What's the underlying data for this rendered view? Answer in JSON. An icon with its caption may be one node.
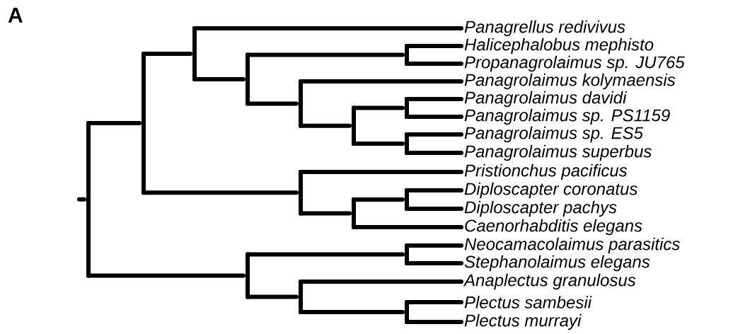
{
  "diagram": {
    "nodes": [
      {
        "text": [
          "*Panagrellus redivivus*"
        ]
      },
      {
        "text": [
          "*Halicephalobus mephisto*"
        ]
      },
      {
        "text": [
          "*Propanagrolaimus* sp. JU765"
        ]
      },
      {
        "text": [
          "*Panagrolaimus kolymaensis*"
        ]
      },
      {
        "text": [
          "*Panagrolaimus davidi*"
        ]
      },
      {
        "text": [
          "*Panagrolaimus* sp. PS1159"
        ]
      },
      {
        "text": [
          "*Panagrolaimus* sp. ES5"
        ]
      },
      {
        "text": [
          "*Panagrolaimus superbus*"
        ]
      },
      {
        "text": [
          "*Pristionchus pacificus*"
        ]
      },
      {
        "text": [
          "*Diploscapter coronatus*"
        ]
      },
      {
        "text": [
          "*Diploscapter pachys*"
        ]
      },
      {
        "text": [
          "*Caenorhabditis elegans*"
        ]
      },
      {
        "text": [
          "*Neocamacolaimus parasitics*"
        ]
      },
      {
        "text": [
          "*Stephanolaimus elegans*"
        ]
      },
      {
        "text": [
          "*Anaplectus granulosus*"
        ]
      },
      {
        "text": [
          "*Plectus sambesii*"
        ]
      },
      {
        "text": [
          "*Plectus murrayi*"
        ]
      },
      {
        "text": [],
        "shape": "bar"
      },
      {
        "text": [],
        "shape": "bar"
      },
      {
        "text": [],
        "shape": "bar"
      },
      {
        "text": [],
        "shape": "bar"
      },
      {
        "text": [],
        "shape": "bar"
      },
      {
        "text": [],
        "shape": "bar"
      },
      {
        "text": [],
        "shape": "bar"
      },
      {
        "text": [],
        "shape": "bar"
      },
      {
        "text": [],
        "shape": "bar"
      },
      {
        "text": [],
        "shape": "bar"
      },
      {
        "text": [],
        "shape": "bar"
      },
      {
        "text": [],
        "shape": "bar"
      },
      {
        "text": [],
        "shape": "bar"
      },
      {
        "text": [],
        "shape": "bar"
      },
      {
        "text": [],
        "shape": "bar"
      },
      {
        "text": [],
        "shape": "bar"
      }
    ],
    "edges": [
      {
        "from": null,
        "to": 17,
        "arrow": "none"
      },
      {
        "from": 17,
        "to": 18,
        "arrow": "none"
      },
      {
        "from": 17,
        "to": 29,
        "arrow": "none"
      },
      {
        "from": 18,
        "to": 19,
        "arrow": "none"
      },
      {
        "from": 18,
        "to": 26,
        "arrow": "none"
      },
      {
        "from": 19,
        "to": 0,
        "arrow": "none"
      },
      {
        "from": 19,
        "to": 20,
        "arrow": "none"
      },
      {
        "from": 20,
        "to": 21,
        "arrow": "none"
      },
      {
        "from": 20,
        "to": 22,
        "arrow": "none"
      },
      {
        "from": 21,
        "to": 1,
        "arrow": "none"
      },
      {
        "from": 21,
        "to": 2,
        "arrow": "none"
      },
      {
        "from": 22,
        "to": 3,
        "arrow": "none"
      },
      {
        "from": 22,
        "to": 23,
        "arrow": "none"
      },
      {
        "from": 23,
        "to": 24,
        "arrow": "none"
      },
      {
        "from": 23,
        "to": 25,
        "arrow": "none"
      },
      {
        "from": 24,
        "to": 4,
        "arrow": "none"
      },
      {
        "from": 24,
        "to": 5,
        "arrow": "none"
      },
      {
        "from": 25,
        "to": 6,
        "arrow": "none"
      },
      {
        "from": 25,
        "to": 7,
        "arrow": "none"
      },
      {
        "from": 26,
        "to": 8,
        "arrow": "none"
      },
      {
        "from": 26,
        "to": 27,
        "arrow": "none"
      },
      {
        "from": 27,
        "to": 28,
        "arrow": "none"
      },
      {
        "from": 27,
        "to": 11,
        "arrow": "none"
      },
      {
        "from": 28,
        "to": 9,
        "arrow": "none"
      },
      {
        "from": 28,
        "to": 10,
        "arrow": "none"
      },
      {
        "from": 29,
        "to": 30,
        "arrow": "none"
      },
      {
        "from": 29,
        "to": 31,
        "arrow": "none"
      },
      {
        "from": 30,
        "to": 12,
        "arrow": "none"
      },
      {
        "from": 30,
        "to": 13,
        "arrow": "none"
      },
      {
        "from": 31,
        "to": 14,
        "arrow": "none"
      },
      {
        "from": 31,
        "to": 32,
        "arrow": "none"
      },
      {
        "from": 32,
        "to": 15,
        "arrow": "none"
      },
      {
        "from": 32,
        "to": 16,
        "arrow": "none"
      }
    ],
    "labels": [
      "A"
    ]
  }
}
